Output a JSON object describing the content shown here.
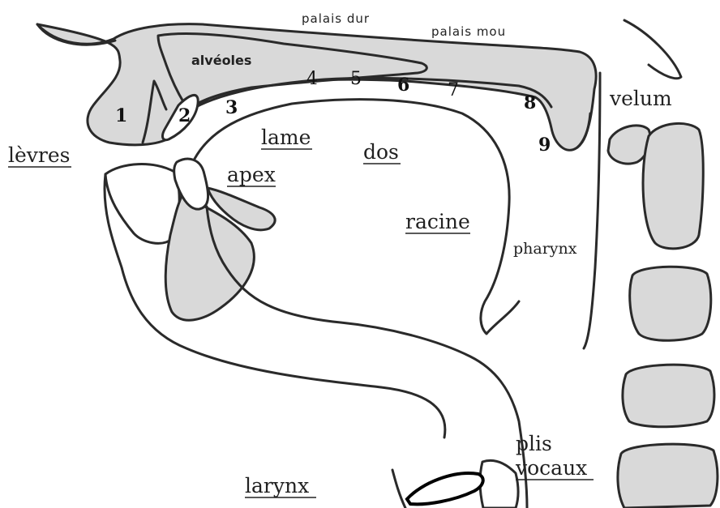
{
  "labels": {
    "palais_dur": "palais dur",
    "palais_mou": "palais mou",
    "alveoles": "alvéoles",
    "velum": "velum",
    "levres": "lèvres",
    "lame": "lame",
    "dos": "dos",
    "apex": "apex",
    "racine": "racine",
    "pharynx": "pharynx",
    "plis": "plis",
    "vocaux": "vocaux",
    "larynx": "larynx"
  },
  "numbers": [
    "1",
    "2",
    "3",
    "4",
    "5",
    "6",
    "7",
    "8",
    "9"
  ],
  "colors": {
    "fill": "#d9d9d9",
    "stroke": "#2a2a2a"
  }
}
